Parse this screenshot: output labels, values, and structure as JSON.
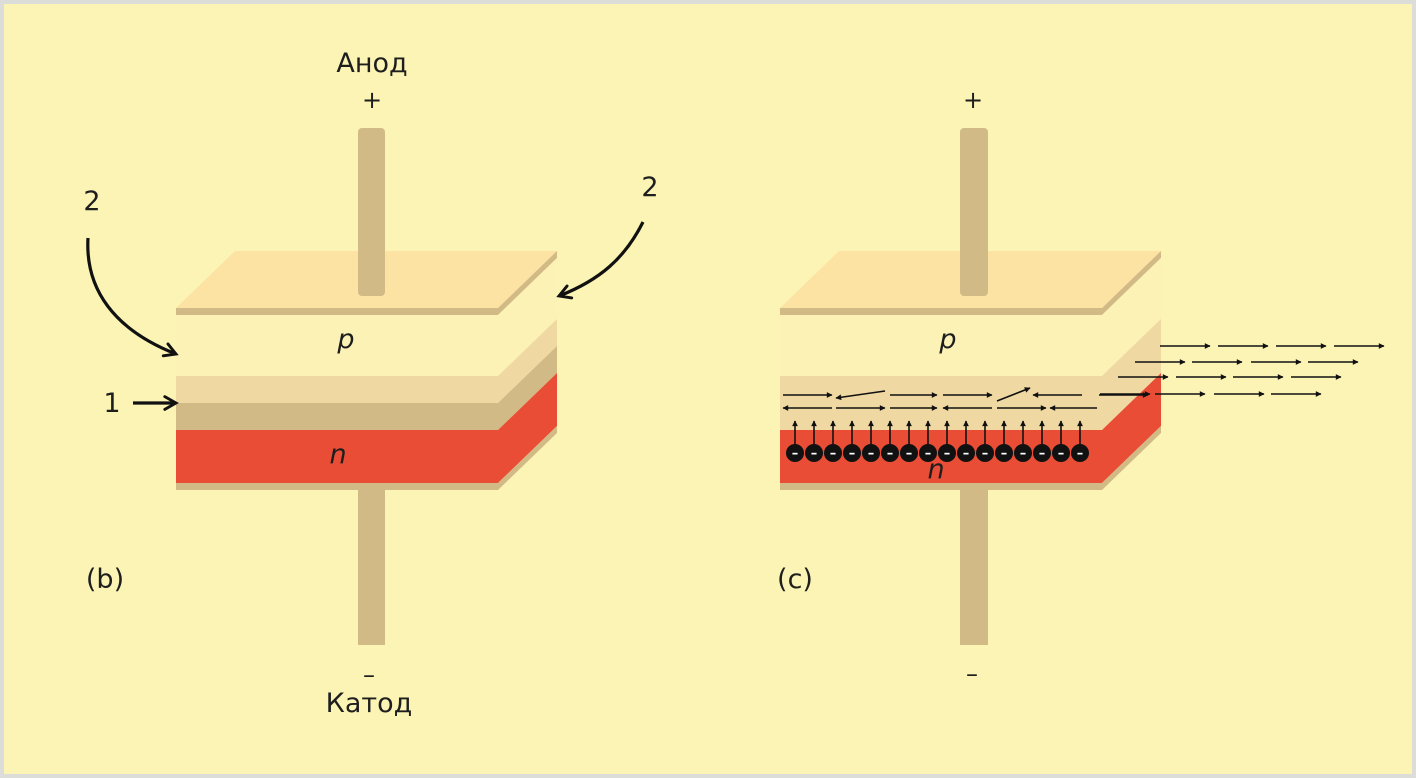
{
  "figure": {
    "colors": {
      "background": "#fbf4b4",
      "frame": "#dcdcd8",
      "plate_top": "#fde3a3",
      "plate_edge": "#d2ba86",
      "p_layer": "#fcf2b6",
      "junction_light": "#f0d8a2",
      "junction_dark": "#d2ba86",
      "n_layer": "#e94d35",
      "lead": "#d2ba86",
      "ink": "#111111"
    },
    "panel_b": {
      "caption": "(b)",
      "anode_label": "Анод",
      "anode_sign": "+",
      "cathode_label": "Катод",
      "cathode_sign": "–",
      "p_label": "p",
      "n_label": "n",
      "callout_1": "1",
      "callout_2_left": "2",
      "callout_2_right": "2"
    },
    "panel_c": {
      "caption": "(c)",
      "anode_sign": "+",
      "cathode_sign": "–",
      "p_label": "p",
      "n_label": "n",
      "electron_count": 16,
      "electron_symbol": "–",
      "emitted_light_rows": 4,
      "emitted_arrows_per_row": 4
    }
  }
}
